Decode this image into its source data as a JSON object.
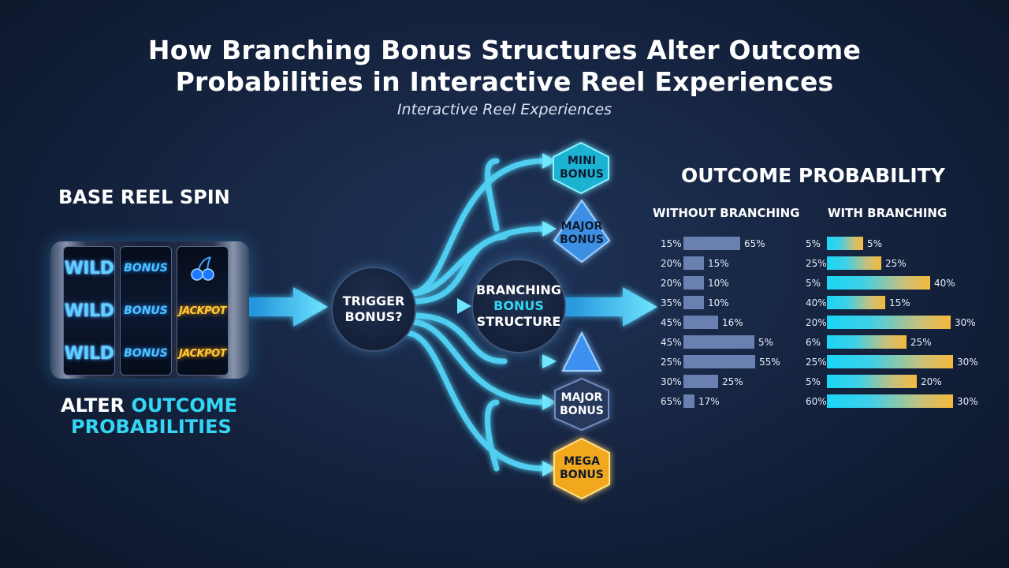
{
  "header": {
    "title_line1": "How Branching Bonus Structures Alter Outcome",
    "title_line2": "Probabilities in Interactive Reel Experiences",
    "subtitle": "Interactive Reel Experiences"
  },
  "left": {
    "heading": "BASE REEL SPIN",
    "reels": [
      [
        "WILD",
        "BONUS",
        "cherry"
      ],
      [
        "WILD",
        "BONUS",
        "JACKPOT"
      ],
      [
        "WILD",
        "BONUS",
        "JACKPOT"
      ]
    ],
    "caption_white": "ALTER ",
    "caption_accent": "OUTCOME",
    "caption_line2": "PROBABILITIES"
  },
  "flow": {
    "trigger": [
      "TRIGGER",
      "BONUS?"
    ],
    "branch_top": "BRANCHING",
    "branch_accent": "BONUS",
    "branch_bottom": "STRUCTURE",
    "badges": [
      {
        "line1": "MINI",
        "line2": "BONUS",
        "color": "#22b7d6"
      },
      {
        "line1": "MAJOR",
        "line2": "BONUS",
        "color": "#3f8ee0"
      },
      {
        "line1": "",
        "line2": "",
        "color": "#3f8ee0"
      },
      {
        "line1": "MAJOR",
        "line2": "BONUS",
        "color": "#2a3f66"
      },
      {
        "line1": "MEGA",
        "line2": "BONUS",
        "color": "#f2a81d"
      }
    ]
  },
  "colors": {
    "glow": "#4fd8ff",
    "plain_bar": "#6980b0",
    "gold": "#f5b93a",
    "cyan": "#19d6f5"
  },
  "chart_data": {
    "type": "bar",
    "title": "OUTCOME PROBABILITY",
    "series": [
      {
        "name": "WITHOUT BRANCHING",
        "left_labels": [
          "15%",
          "20%",
          "20%",
          "35%",
          "45%",
          "45%",
          "25%",
          "30%",
          "65%"
        ],
        "values": [
          65,
          15,
          10,
          10,
          16,
          5,
          55,
          25,
          17
        ],
        "value_labels": [
          "65%",
          "15%",
          "10%",
          "10%",
          "16%",
          "5%",
          "55%",
          "25%",
          "17%"
        ],
        "bar_scale": [
          0.65,
          0.24,
          0.24,
          0.24,
          0.4,
          0.82,
          0.83,
          0.4,
          0.13
        ]
      },
      {
        "name": "WITH BRANCHING",
        "left_labels": [
          "5%",
          "25%",
          "5%",
          "40%",
          "20%",
          "6%",
          "25%",
          "5%",
          "60%"
        ],
        "values": [
          5,
          25,
          40,
          15,
          30,
          25,
          30,
          20,
          30
        ],
        "value_labels": [
          "5%",
          "25%",
          "40%",
          "15%",
          "30%",
          "25%",
          "30%",
          "20%",
          "30%"
        ],
        "bar_scale": [
          0.29,
          0.43,
          0.82,
          0.46,
          0.98,
          0.63,
          1.0,
          0.71,
          1.0
        ]
      }
    ]
  }
}
